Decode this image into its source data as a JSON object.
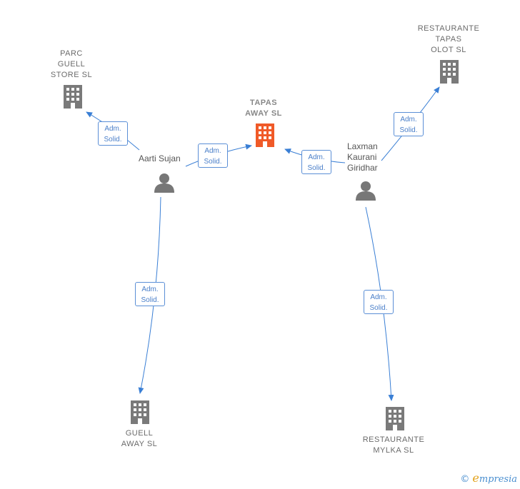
{
  "companies": [
    {
      "id": "tapas-away",
      "lines": "TAPAS\nAWAY  SL",
      "highlight": true
    },
    {
      "id": "parc-guell",
      "lines": "PARC\nGUELL\nSTORE  SL",
      "highlight": false
    },
    {
      "id": "restaurante-tapas-olot",
      "lines": "RESTAURANTE\nTAPAS\nOLOT  SL",
      "highlight": false
    },
    {
      "id": "guell-away",
      "lines": "GUELL\nAWAY  SL",
      "highlight": false
    },
    {
      "id": "restaurante-mylka",
      "lines": "RESTAURANTE\nMYLKA  SL",
      "highlight": false
    }
  ],
  "people": [
    {
      "id": "aarti",
      "name": "Aarti Sujan"
    },
    {
      "id": "laxman",
      "name": "Laxman\nKaurani\nGiridhar"
    }
  ],
  "edge_label": {
    "line1": "Adm.",
    "line2": "Solid."
  },
  "brand": {
    "copyright": "©",
    "e": "e",
    "rest": "mpresia"
  },
  "colors": {
    "edge": "#3a7fd5",
    "icon": "#7a7a7a",
    "highlight_icon": "#f05a28"
  }
}
